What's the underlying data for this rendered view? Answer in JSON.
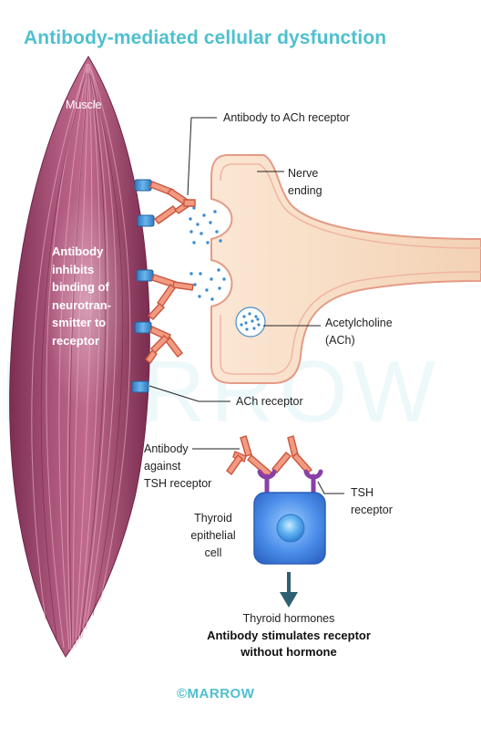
{
  "title": "Antibody-mediated cellular dysfunction",
  "watermark": "MARROW",
  "labels": {
    "muscle": "Muscle",
    "muscle_note": [
      "Antibody",
      "inhibits",
      "binding of",
      "neurotran-",
      "smitter to",
      "receptor"
    ],
    "antibody_to_ach": "Antibody to ACh receptor",
    "nerve_ending": [
      "Nerve",
      "ending"
    ],
    "acetylcholine": [
      "Acetylcholine",
      "(ACh)"
    ],
    "ach_receptor": "ACh receptor",
    "antibody_tsh": [
      "Antibody",
      "against",
      "TSH receptor"
    ],
    "tsh_receptor": [
      "TSH",
      "receptor"
    ],
    "thyroid_cell": [
      "Thyroid",
      "epithelial",
      "cell"
    ],
    "thyroid_hormones": "Thyroid hormones",
    "stimulates_note": [
      "Antibody stimulates receptor",
      "without hormone"
    ]
  },
  "copyright": "©MARROW",
  "colors": {
    "accent": "#4fc0cf",
    "muscle": "#a44d73",
    "nerve": "#f6dcc4",
    "antibody": "#e07c62",
    "receptor": "#3c8fd0",
    "tsh_receptor": "#8a3fa6",
    "cell": "#4f90e8",
    "arrow": "#2f5f72"
  }
}
